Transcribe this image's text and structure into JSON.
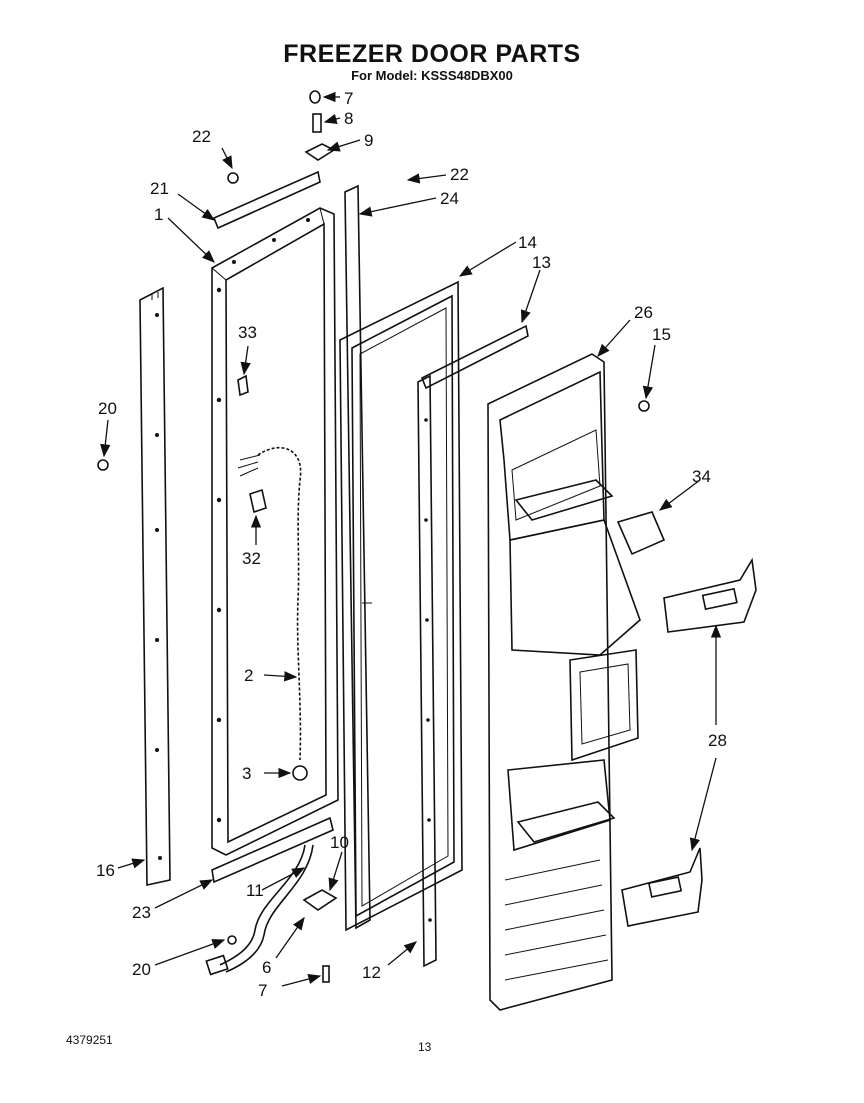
{
  "title": "FREEZER DOOR PARTS",
  "model": "For Model: KSSS48DBX00",
  "doc_number": "4379251",
  "page_number": "13",
  "callouts": {
    "c1": "1",
    "c2": "2",
    "c3": "3",
    "c6": "6",
    "c7a": "7",
    "c7b": "7",
    "c8": "8",
    "c9": "9",
    "c10": "10",
    "c11": "11",
    "c12": "12",
    "c13": "13",
    "c14": "14",
    "c15": "15",
    "c16": "16",
    "c20a": "20",
    "c20b": "20",
    "c21": "21",
    "c22a": "22",
    "c22b": "22",
    "c23": "23",
    "c24": "24",
    "c26": "26",
    "c28": "28",
    "c32": "32",
    "c33": "33",
    "c34": "34"
  }
}
